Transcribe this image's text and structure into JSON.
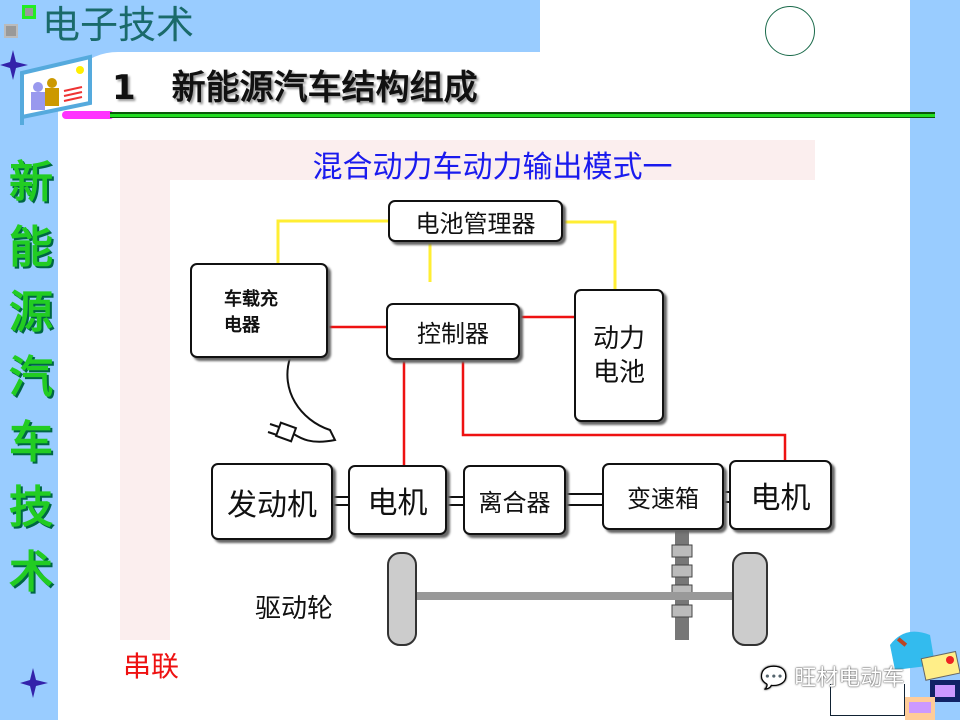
{
  "header": {
    "brand": "电子技术",
    "slide_number": "1",
    "slide_title": "新能源汽车结构组成"
  },
  "sidebar": {
    "vertical_title": [
      "新",
      "能",
      "源",
      "汽",
      "车",
      "技",
      "术"
    ]
  },
  "diagram": {
    "title": "混合动力车动力输出模式一",
    "battery_manager": "电池管理器",
    "onboard_charger": "车载充\n电器",
    "controller": "控制器",
    "power_battery": "动力\n电池",
    "engine": "发动机",
    "motor_1": "电机",
    "clutch": "离合器",
    "gearbox": "变速箱",
    "motor_2": "电机",
    "drive_wheel": "驱动轮",
    "mode": "串联"
  },
  "watermark": "旺材电动车",
  "colors": {
    "accent_blue": "#99ccff",
    "title_green": "#22cc22",
    "signal_line": "#ffee33",
    "power_line": "#ee1111"
  }
}
